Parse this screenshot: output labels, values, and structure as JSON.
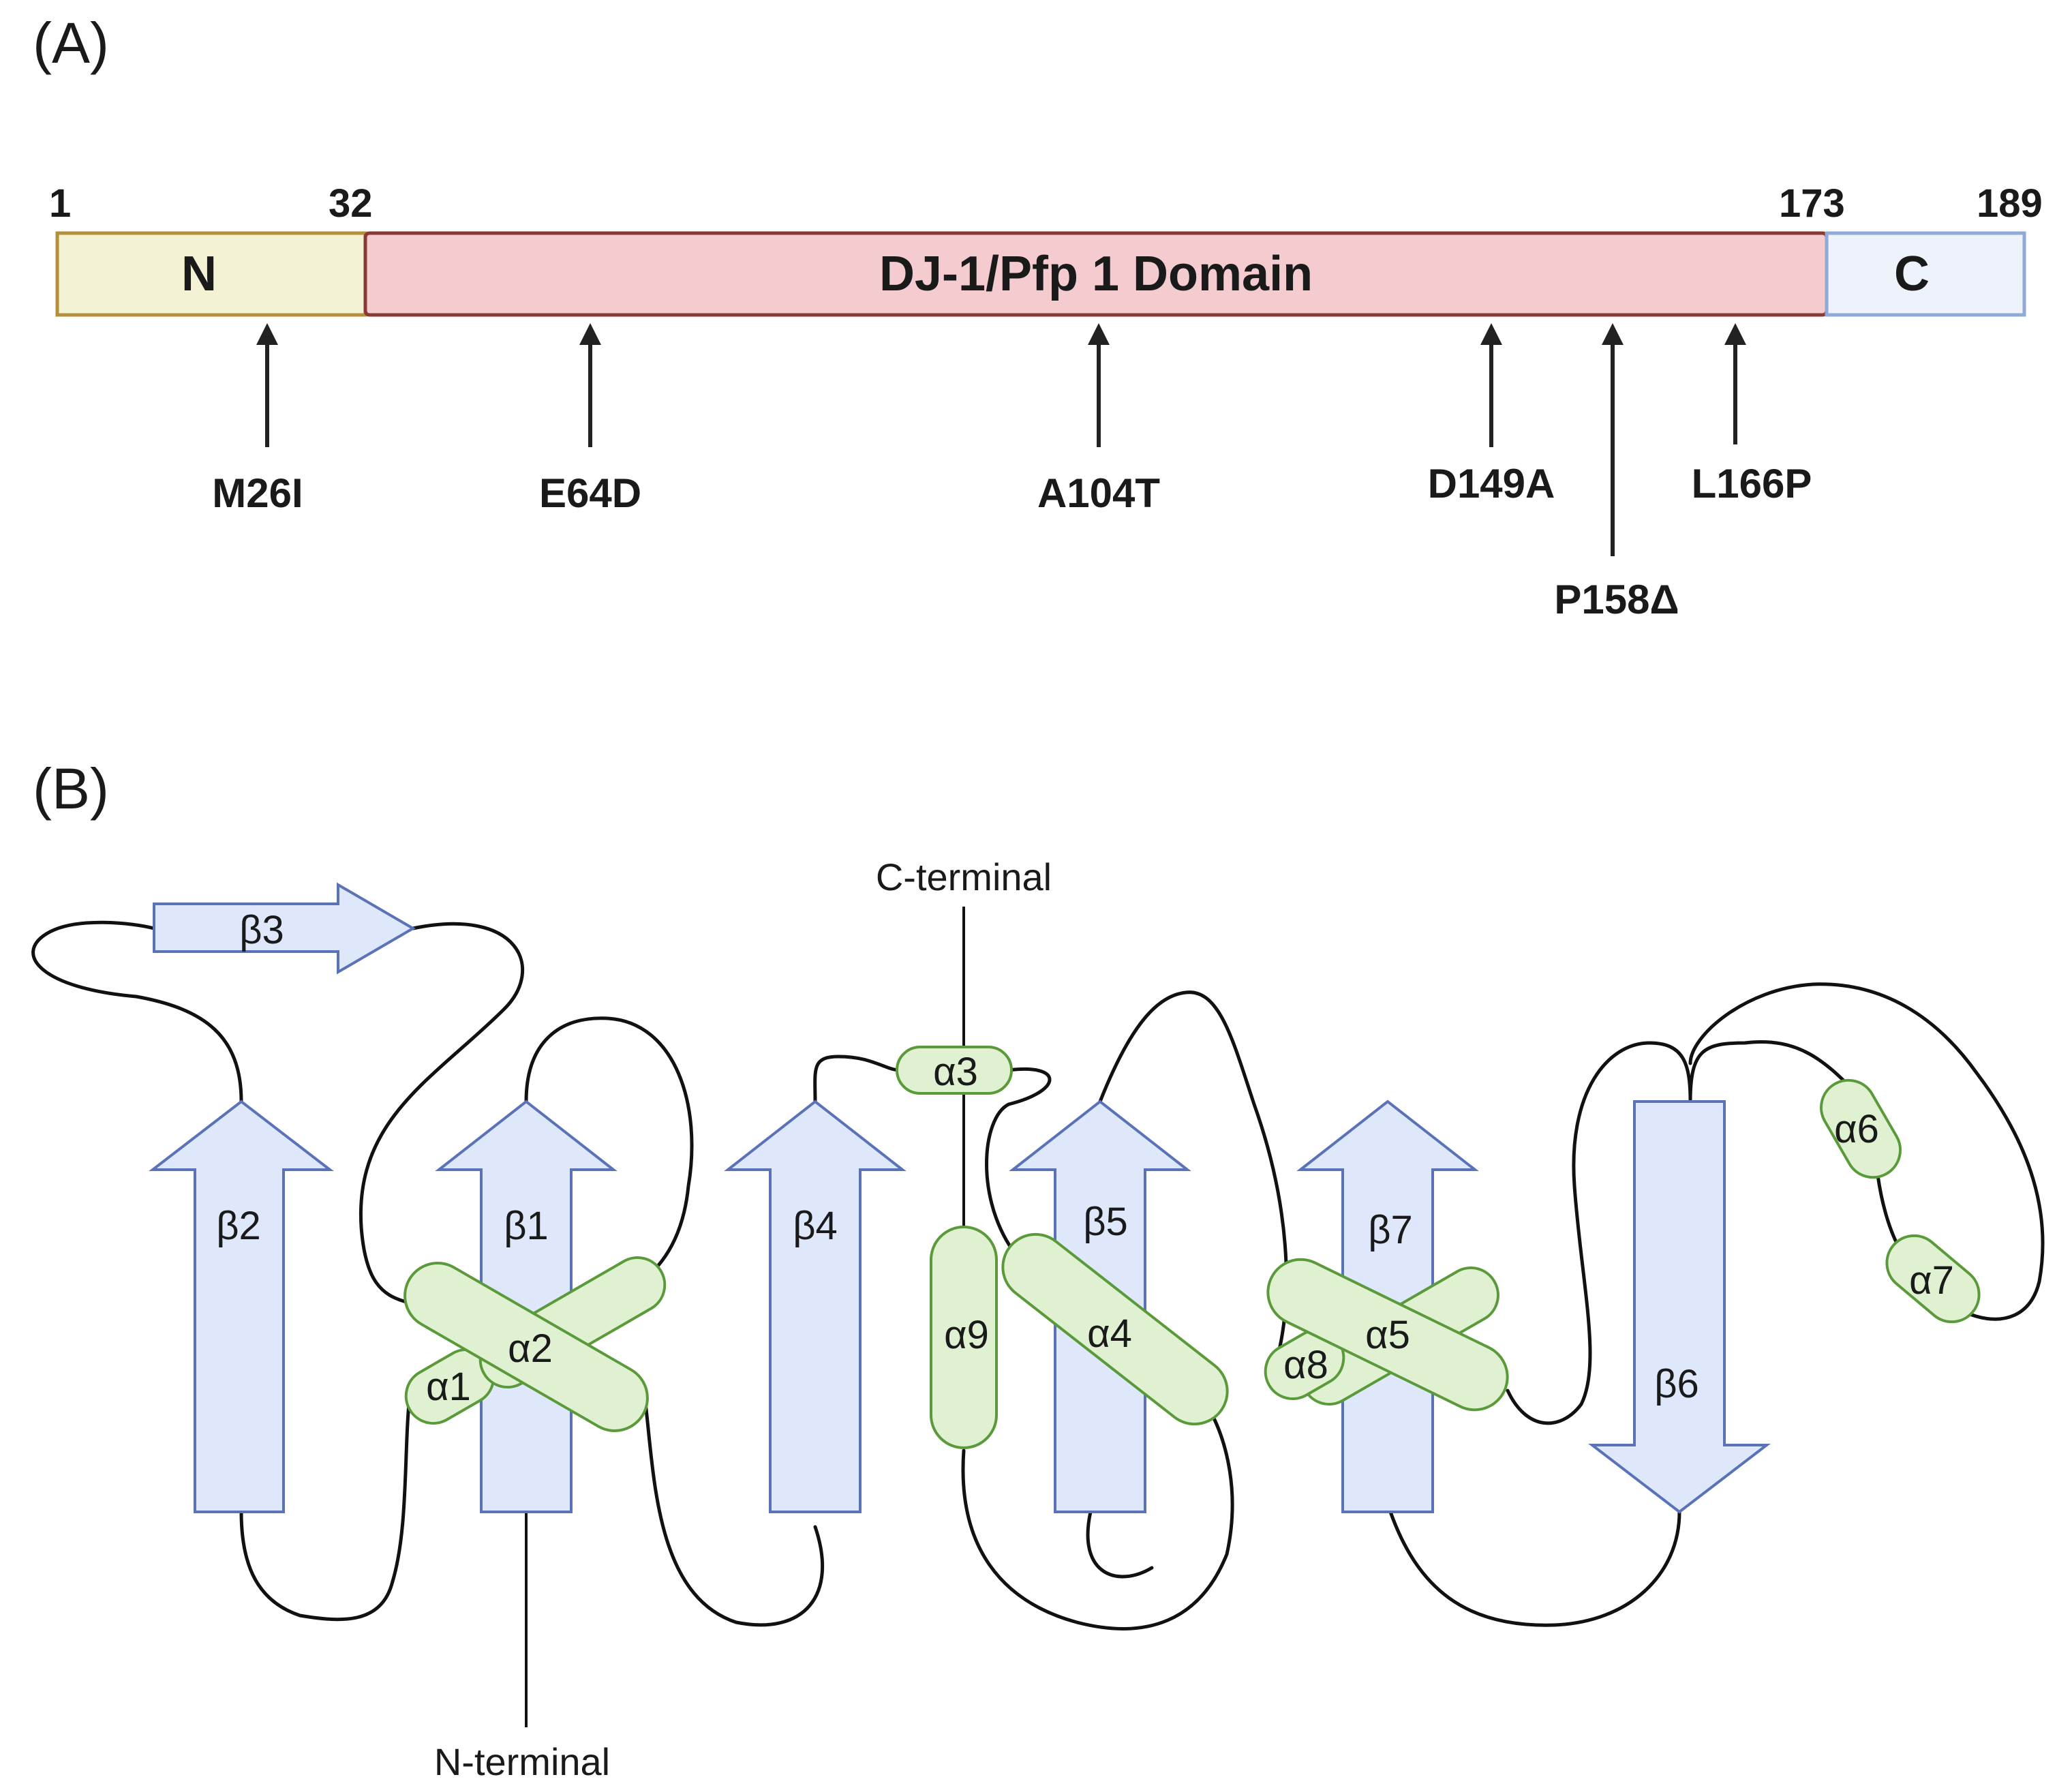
{
  "panel_a": {
    "label": "(A)",
    "positions": {
      "p1": "1",
      "p32": "32",
      "p173": "173",
      "p189": "189"
    },
    "domains": {
      "n": "N",
      "core": "DJ-1/Pfp 1 Domain",
      "c": "C"
    },
    "domain_colors": {
      "n_fill": "#f3f2d4",
      "n_stroke": "#b5903a",
      "core_fill": "#f4ccd0",
      "core_stroke": "#8a3a34",
      "c_fill": "#eef3fb",
      "c_stroke": "#8fa9d8"
    },
    "mutations": {
      "m26i": "M26I",
      "e64d": "E64D",
      "a104t": "A104T",
      "d149a": "D149A",
      "p158d": "P158Δ",
      "l166p": "L166P"
    }
  },
  "panel_b": {
    "label": "(B)",
    "termini": {
      "c": "C-terminal",
      "n": "N-terminal"
    },
    "colors": {
      "beta_fill": "#dfe8fb",
      "beta_stroke": "#5a72b8",
      "helix_fill": "#dff1d0",
      "helix_stroke": "#5a9a3a"
    },
    "strands": {
      "b1": "β1",
      "b2": "β2",
      "b3": "β3",
      "b4": "β4",
      "b5": "β5",
      "b6": "β6",
      "b7": "β7"
    },
    "helices": {
      "a1": "α1",
      "a2": "α2",
      "a3": "α3",
      "a4": "α4",
      "a5": "α5",
      "a6": "α6",
      "a7": "α7",
      "a8": "α8",
      "a9": "α9"
    }
  }
}
